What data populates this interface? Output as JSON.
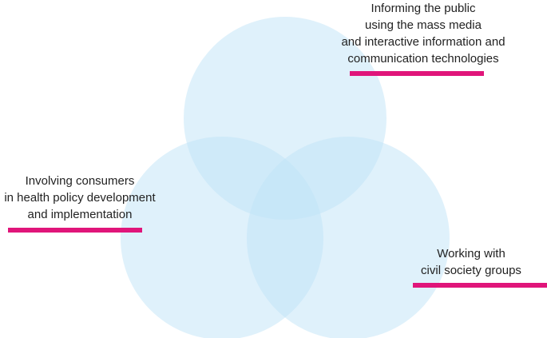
{
  "colors": {
    "circle_fill": "#bfe3f7",
    "accent_bar": "#e0157a",
    "text": "#222222"
  },
  "diagram": {
    "circles": [
      {
        "id": "informing-the-public",
        "label_lines": [
          "Informing the public",
          "using the mass media",
          "and interactive information and",
          "communication technologies"
        ]
      },
      {
        "id": "involving-consumers",
        "label_lines": [
          "Involving consumers",
          "in health policy development",
          "and implementation"
        ]
      },
      {
        "id": "working-with-civil-society",
        "label_lines": [
          "Working with",
          "civil society groups"
        ]
      }
    ]
  }
}
